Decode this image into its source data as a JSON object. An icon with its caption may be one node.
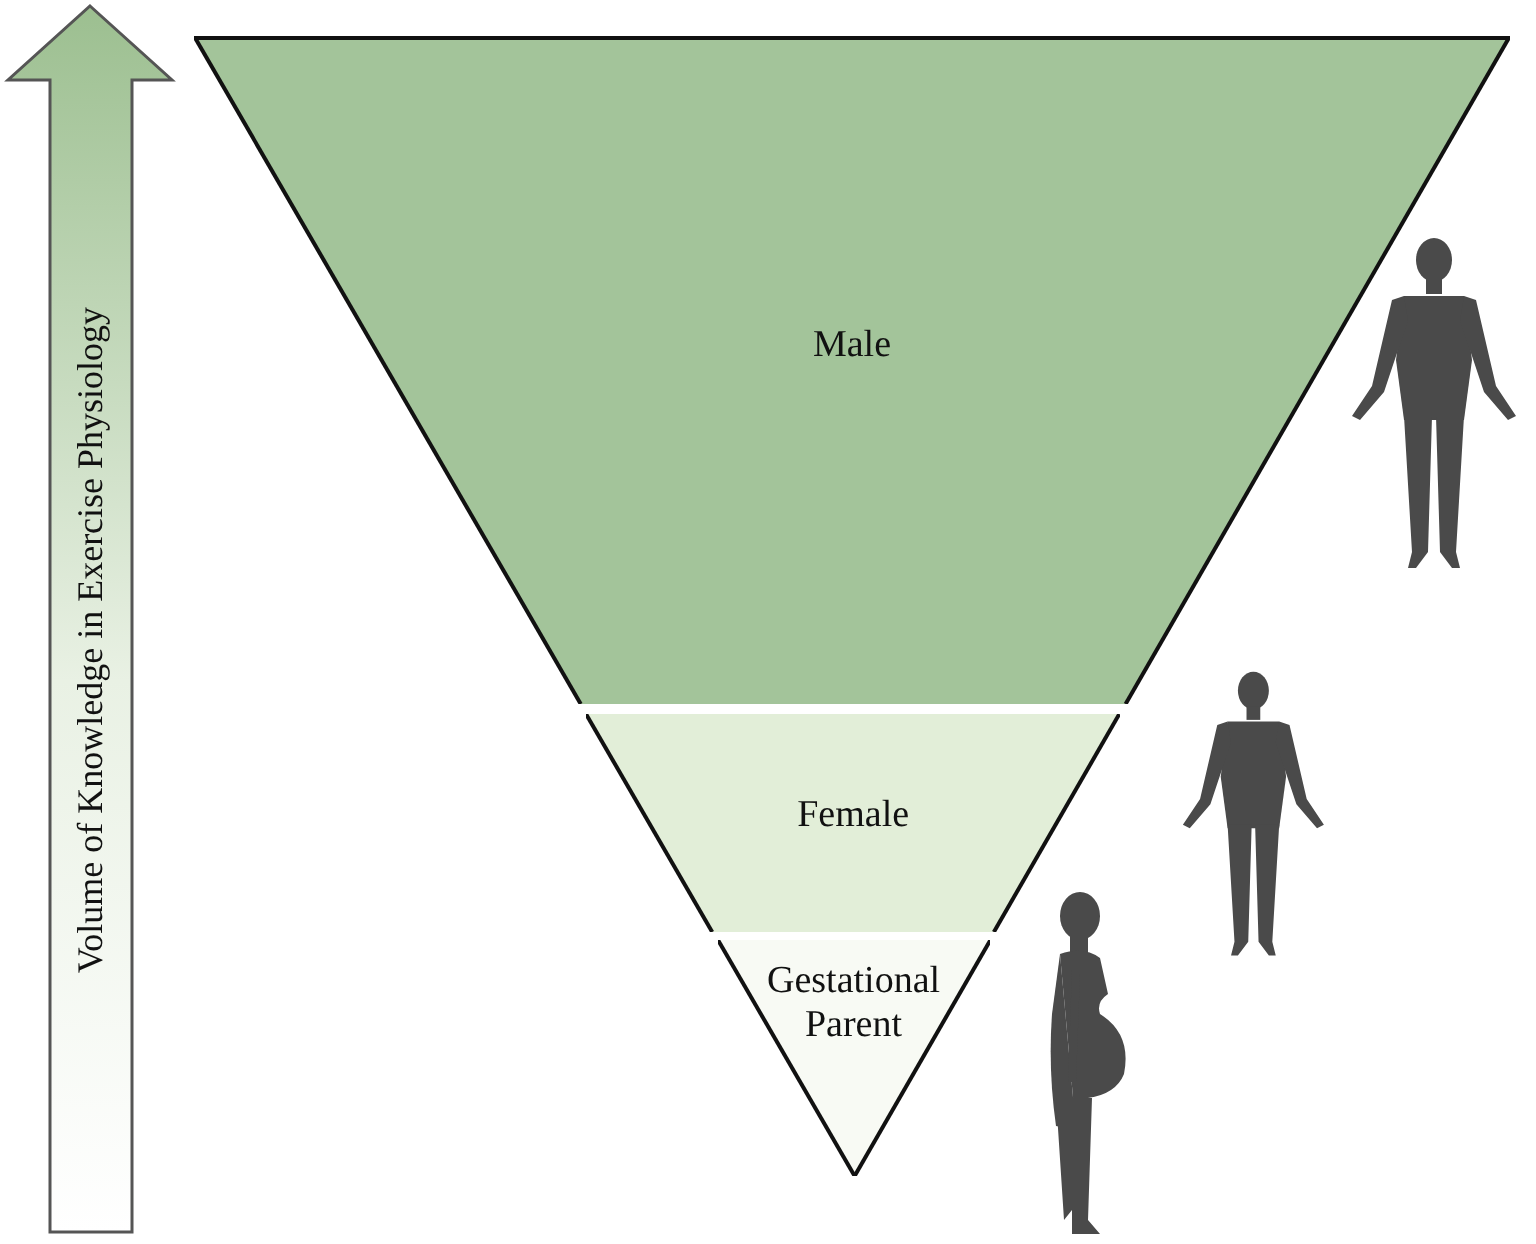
{
  "diagram": {
    "nodes": [
      {
        "text": [
          "Volume of Knowledge in Exercise Physiology"
        ]
      },
      {
        "text": [
          "Male"
        ]
      },
      {
        "text": [
          "Female"
        ]
      },
      {
        "text": [
          "Gestational Parent"
        ]
      }
    ]
  }
}
